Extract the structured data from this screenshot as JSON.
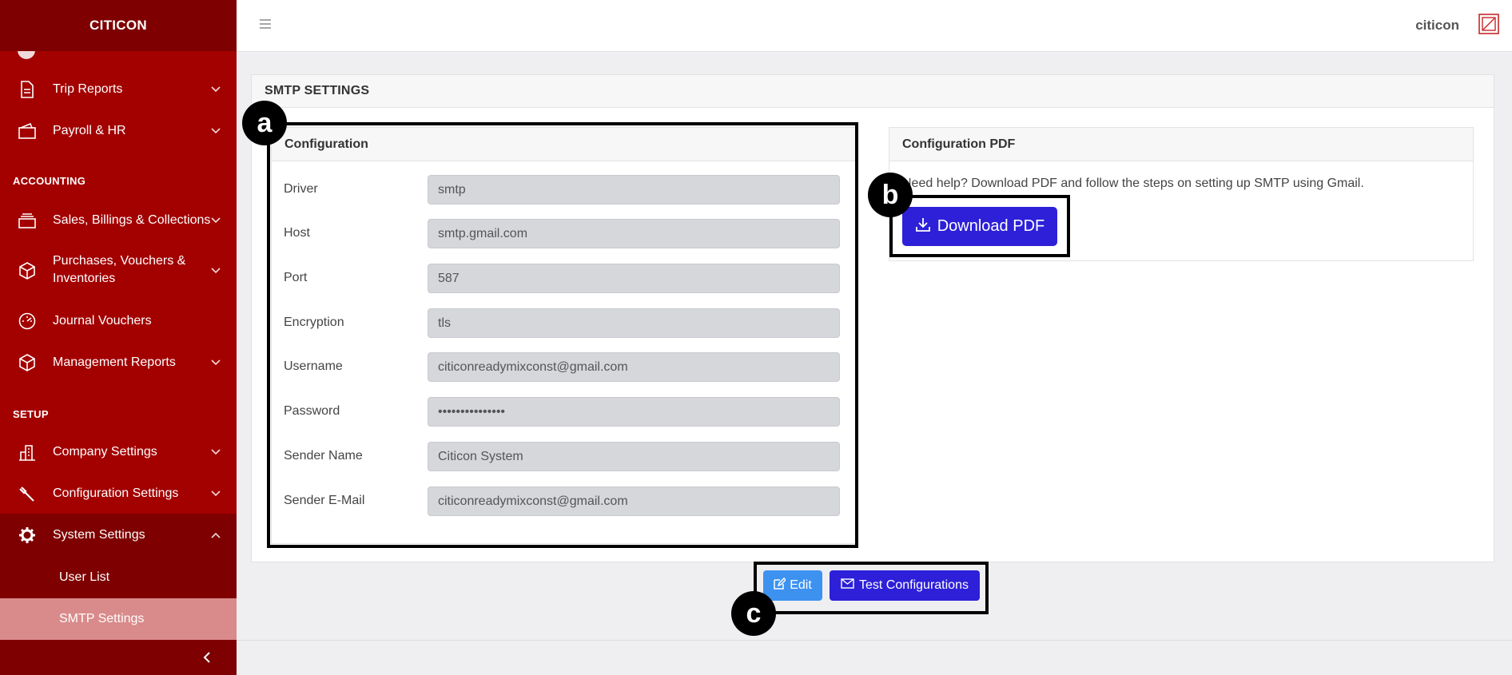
{
  "sidebar": {
    "brand": "CITICON",
    "items": [
      {
        "label": "Trip Reports",
        "icon": "file-icon"
      },
      {
        "label": "Payroll & HR",
        "icon": "wallet-icon"
      },
      {
        "label": "Sales, Billings & Collections",
        "icon": "stack-icon"
      },
      {
        "label_line1": "Purchases, Vouchers &",
        "label_line2": "Inventories",
        "icon": "box-icon"
      },
      {
        "label": "Journal Vouchers",
        "icon": "gauge-icon"
      },
      {
        "label": "Management Reports",
        "icon": "box-icon"
      },
      {
        "label": "Company Settings",
        "icon": "building-icon"
      },
      {
        "label": "Configuration Settings",
        "icon": "wrench-icon"
      },
      {
        "label": "System Settings",
        "icon": "gear-icon"
      }
    ],
    "sections": {
      "accounting": "ACCOUNTING",
      "setup": "SETUP"
    },
    "sub_items": [
      {
        "label": "User List"
      },
      {
        "label": "SMTP Settings",
        "active": true
      }
    ]
  },
  "topbar": {
    "user": "citicon"
  },
  "page": {
    "title": "SMTP SETTINGS"
  },
  "config": {
    "title": "Configuration",
    "fields": [
      {
        "label": "Driver",
        "value": "smtp"
      },
      {
        "label": "Host",
        "value": "smtp.gmail.com"
      },
      {
        "label": "Port",
        "value": "587"
      },
      {
        "label": "Encryption",
        "value": "tls"
      },
      {
        "label": "Username",
        "value": "citiconreadymixconst@gmail.com"
      },
      {
        "label": "Password",
        "value": "•••••••••••••••"
      },
      {
        "label": "Sender Name",
        "value": "Citicon System"
      },
      {
        "label": "Sender E-Mail",
        "value": "citiconreadymixconst@gmail.com"
      }
    ]
  },
  "pdf": {
    "title": "Configuration PDF",
    "help": "Need help? Download PDF and follow the steps on setting up SMTP using Gmail.",
    "button": "Download PDF"
  },
  "actions": {
    "edit": "Edit",
    "test": "Test Configurations"
  },
  "annotations": {
    "a": "a",
    "b": "b",
    "c": "c"
  },
  "colors": {
    "sidebar": "#a30000",
    "sidebar_dark": "#7e0000",
    "primary": "#2d20d8",
    "edit": "#3d92f0",
    "active_sub": "#d98a8a"
  }
}
